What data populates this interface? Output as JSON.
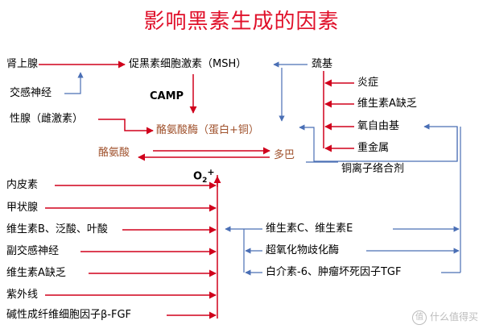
{
  "title": "影响黑素生成的因素",
  "nodes": {
    "adrenal": "肾上腺",
    "sympathetic": "交感神经",
    "gonad": "性腺（雌激素）",
    "msh": "促黑素细胞激素（MSH）",
    "camp": "CAMP",
    "tyrosinase": "酪氨酸酶（蛋白+铜）",
    "tyrosine": "酪氨酸",
    "dopa": "多巴",
    "sulfhydryl": "巯基",
    "inflammation": "炎症",
    "vit_a_def_top": "维生素A缺乏",
    "oxygen_radical": "氧自由基",
    "heavy_metal": "重金属",
    "copper_chelator": "铜离子络合剂",
    "o2_main": "O",
    "o2_sub": "2",
    "o2_plus": "+",
    "endothelin": "内皮素",
    "thyroid": "甲状腺",
    "vit_b": "维生素B、泛酸、叶酸",
    "parasympathetic": "副交感神经",
    "vit_a_def_bottom": "维生素A缺乏",
    "uv": "紫外线",
    "bfgf": "碱性成纤维细胞因子β-FGF",
    "vit_ce": "维生素C、维生素E",
    "sod": "超氧化物歧化酶",
    "il6": "白介素-6、肿瘤坏死因子TGF"
  },
  "watermark": {
    "badge": "值",
    "text": "什么值得买"
  },
  "colors": {
    "red": "#d0001c",
    "blue": "#4a6fb5",
    "brown": "#a0522d",
    "title": "#e0102a"
  }
}
